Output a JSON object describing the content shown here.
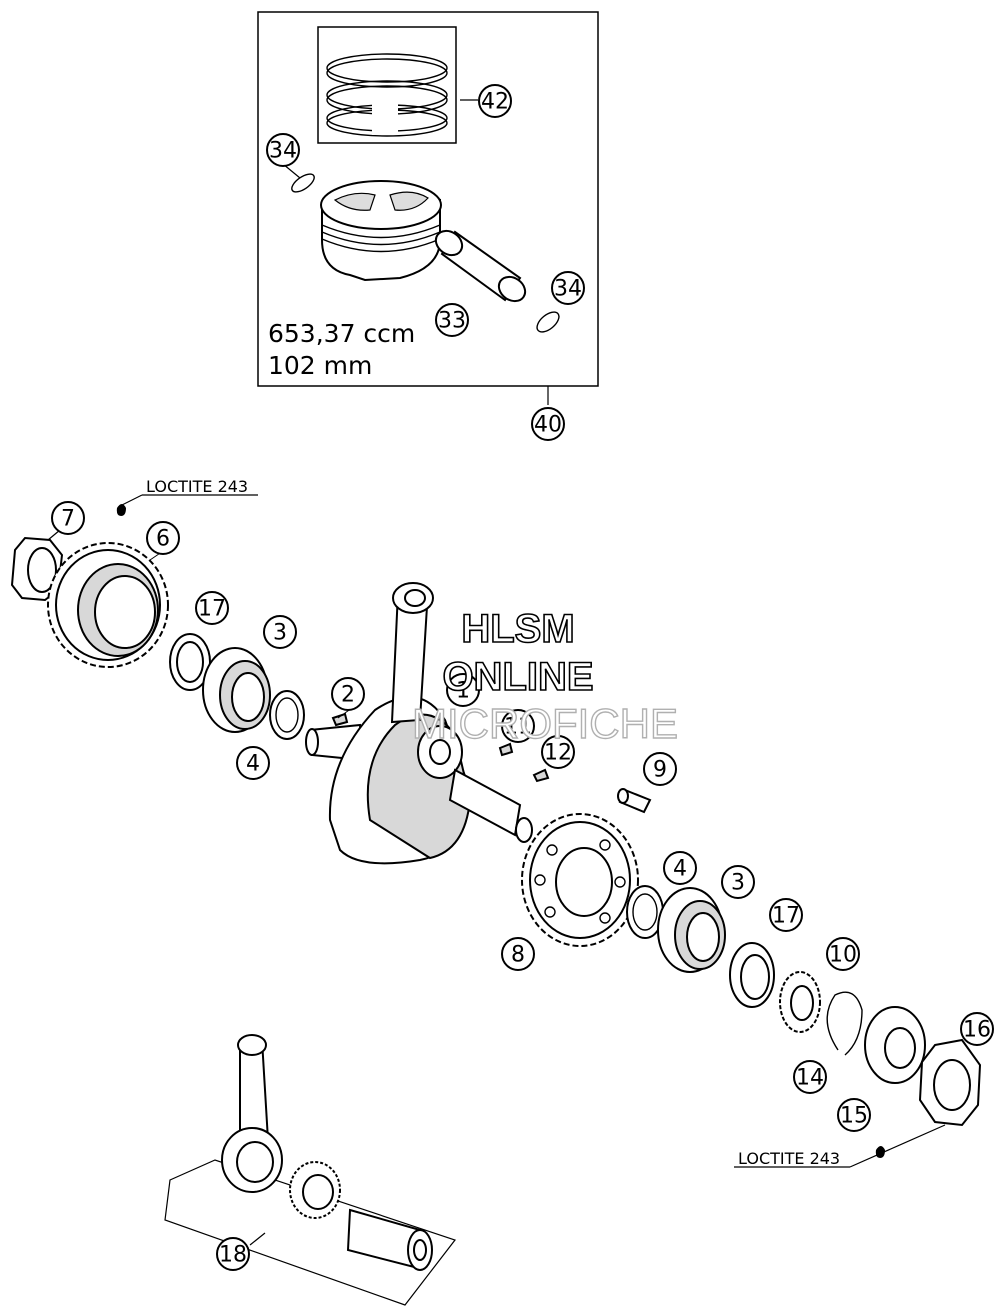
{
  "spec": {
    "displacement": "653,37 ccm",
    "bore": "102 mm"
  },
  "loctite_labels": [
    "LOCTITE 243",
    "LOCTITE 243"
  ],
  "watermark": {
    "line1": "HLSM",
    "line2": "ONLINE",
    "line3": "MICROFICHE"
  },
  "callouts": [
    {
      "id": "c42",
      "num": "42"
    },
    {
      "id": "c34a",
      "num": "34"
    },
    {
      "id": "c34b",
      "num": "34"
    },
    {
      "id": "c33",
      "num": "33"
    },
    {
      "id": "c40",
      "num": "40"
    },
    {
      "id": "c7",
      "num": "7"
    },
    {
      "id": "c6",
      "num": "6"
    },
    {
      "id": "c17a",
      "num": "17"
    },
    {
      "id": "c3a",
      "num": "3"
    },
    {
      "id": "c4a",
      "num": "4"
    },
    {
      "id": "c2",
      "num": "2"
    },
    {
      "id": "c1",
      "num": "1"
    },
    {
      "id": "c11",
      "num": "11"
    },
    {
      "id": "c12",
      "num": "12"
    },
    {
      "id": "c9",
      "num": "9"
    },
    {
      "id": "c4b",
      "num": "4"
    },
    {
      "id": "c3b",
      "num": "3"
    },
    {
      "id": "c17b",
      "num": "17"
    },
    {
      "id": "c10",
      "num": "10"
    },
    {
      "id": "c8",
      "num": "8"
    },
    {
      "id": "c16",
      "num": "16"
    },
    {
      "id": "c14",
      "num": "14"
    },
    {
      "id": "c15",
      "num": "15"
    },
    {
      "id": "c18",
      "num": "18"
    }
  ]
}
